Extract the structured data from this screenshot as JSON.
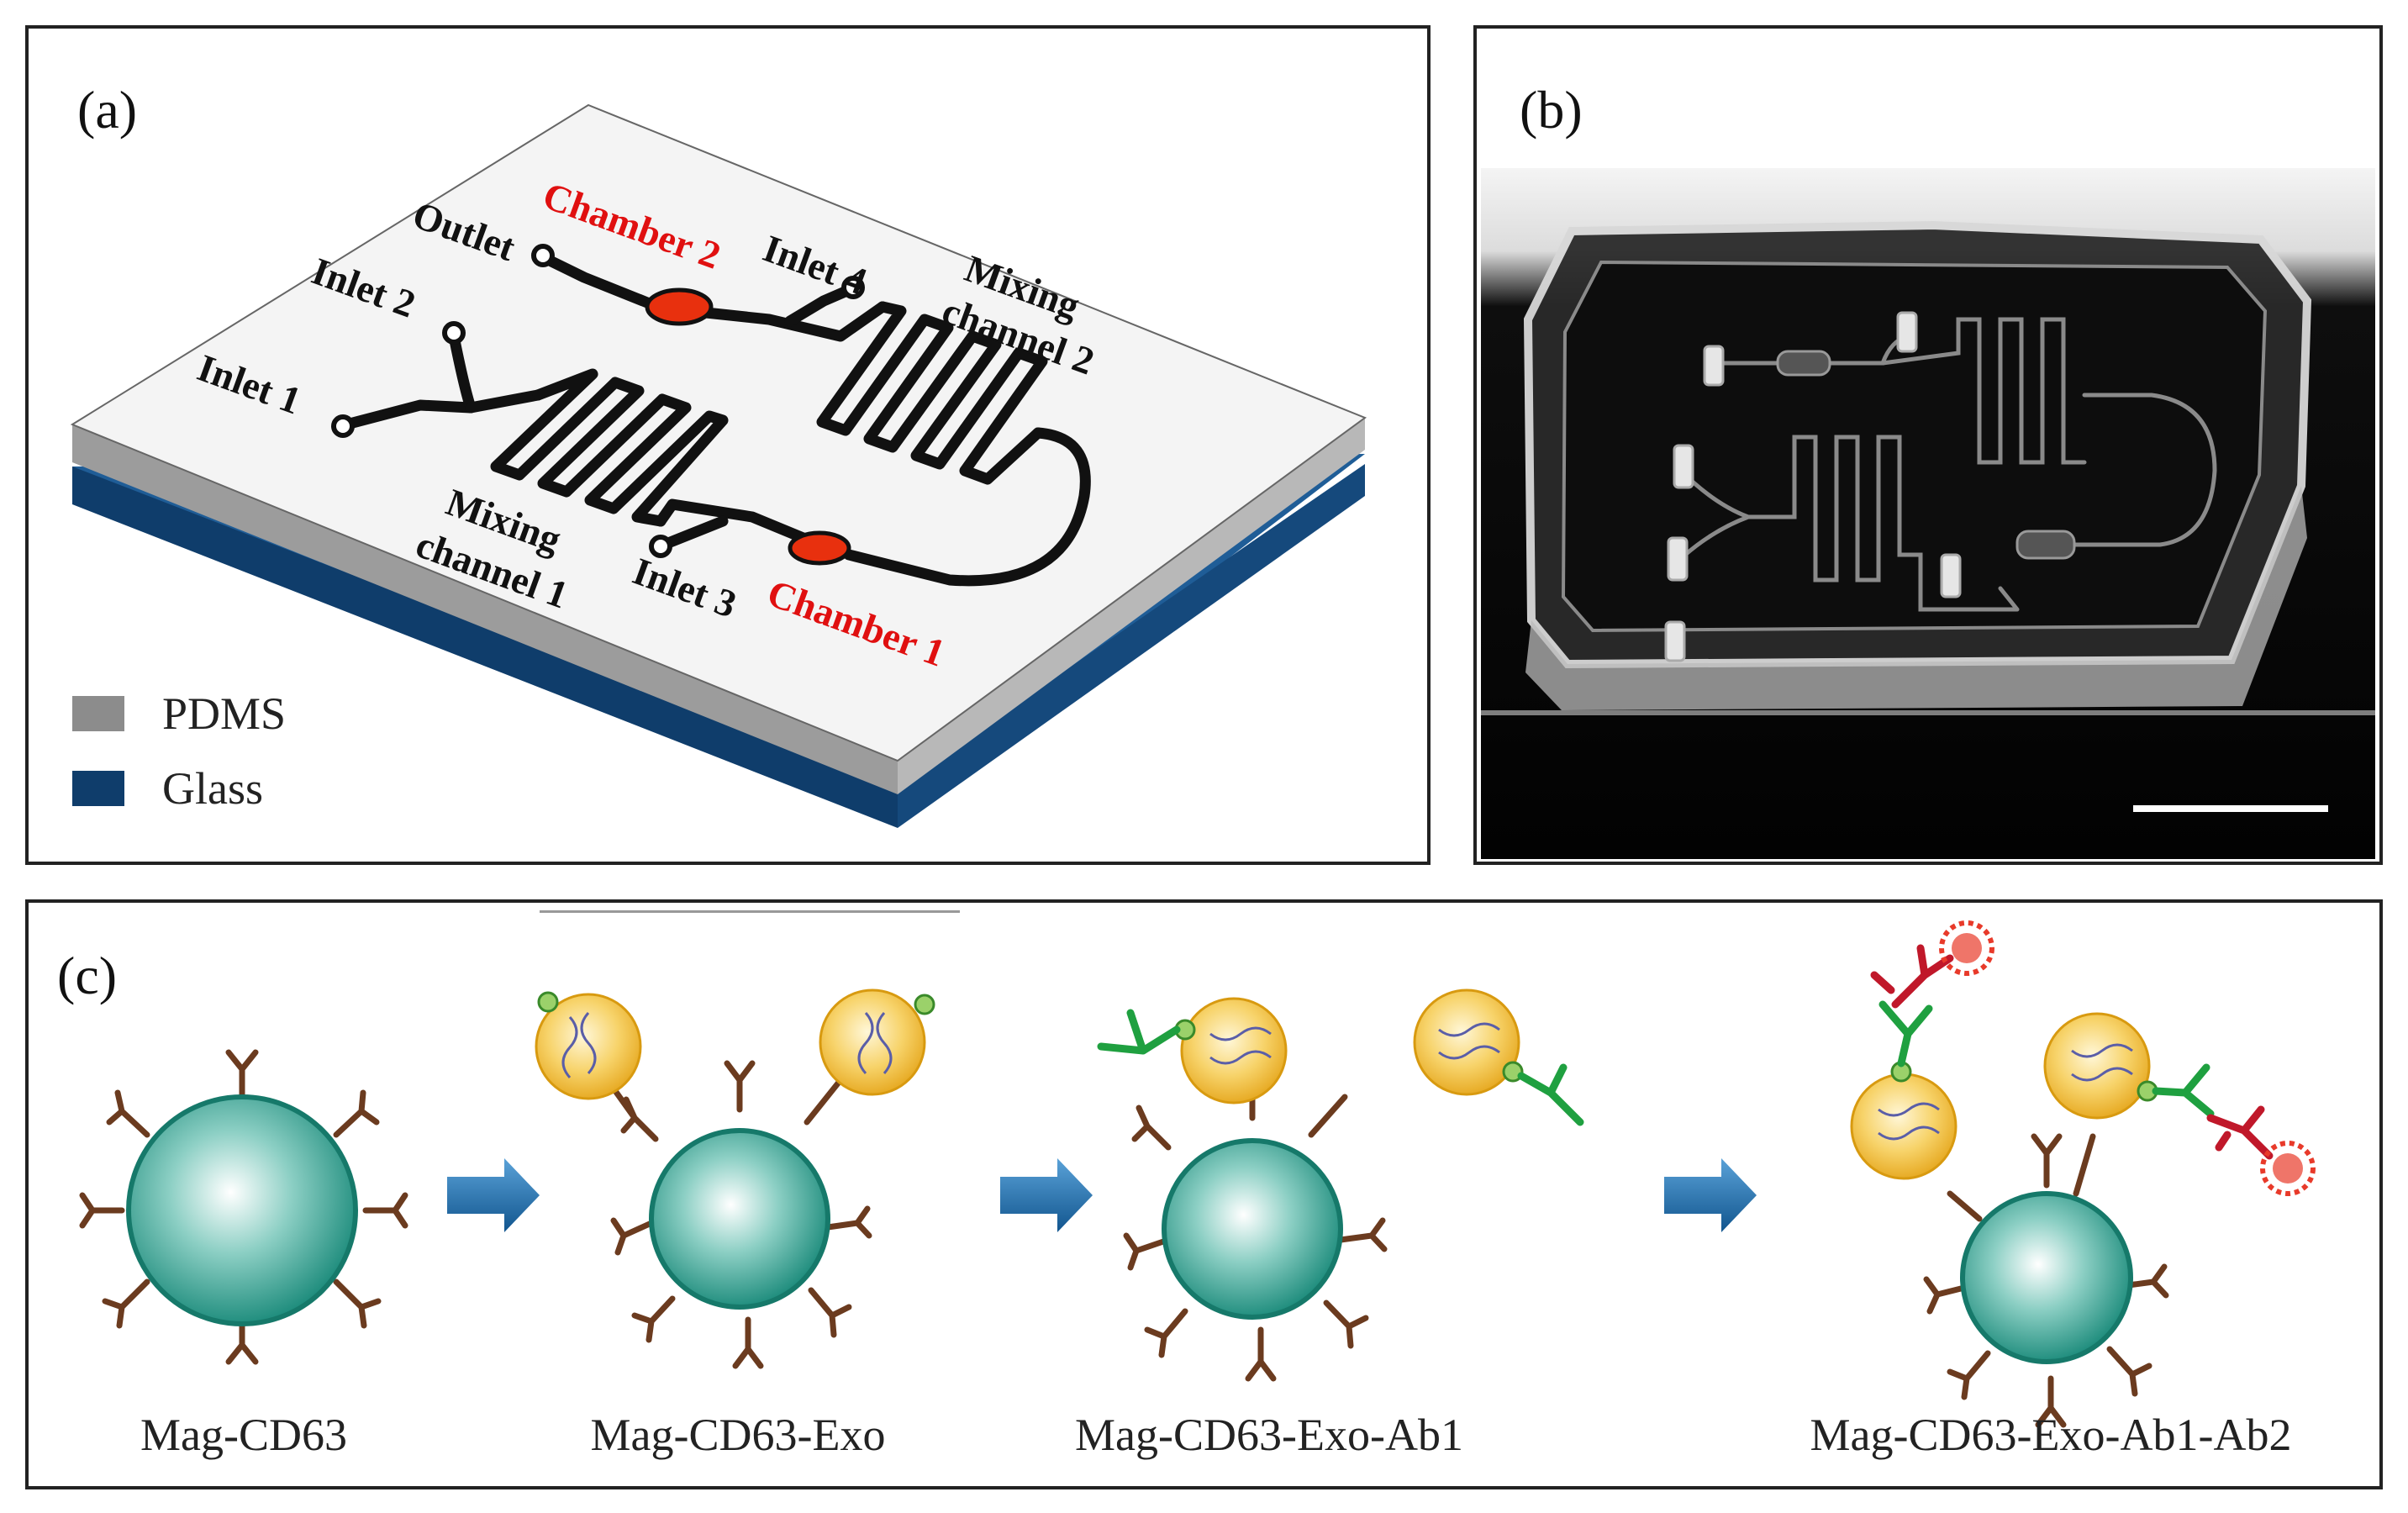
{
  "panel_a": {
    "label": "(a)",
    "ports": {
      "outlet": "Outlet",
      "inlet1": "Inlet 1",
      "inlet2": "Inlet 2",
      "inlet3": "Inlet 3",
      "inlet4": "Inlet 4"
    },
    "chambers": {
      "chamber1": "Chamber 1",
      "chamber2": "Chamber 2"
    },
    "mixing1": [
      "Mixing",
      "channel 1"
    ],
    "mixing2": [
      "Mixing",
      "channel 2"
    ],
    "legend": [
      {
        "name": "PDMS",
        "color": "#8c8c8c"
      },
      {
        "name": "Glass",
        "color": "#0f3d6b"
      }
    ],
    "colors": {
      "chamber": "#e8300e",
      "label_red": "#e01010",
      "channel": "#111111"
    }
  },
  "panel_b": {
    "label": "(b)"
  },
  "panel_c": {
    "label": "(c)",
    "steps": [
      {
        "caption": "Mag-CD63"
      },
      {
        "caption": "Mag-CD63-Exo"
      },
      {
        "caption": "Mag-CD63-Exo-Ab1"
      },
      {
        "caption": "Mag-CD63-Exo-Ab1-Ab2"
      }
    ],
    "colors": {
      "bead": "#1a8a7a",
      "exosome": "#f5c23a",
      "ab1": "#1fa040",
      "ab2": "#c0182a",
      "linker": "#6b3b1f",
      "arrow": "#1b6fb0"
    }
  }
}
